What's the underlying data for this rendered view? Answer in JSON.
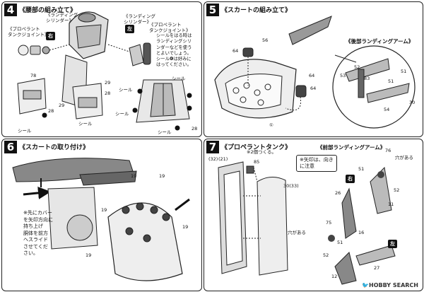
{
  "step4": {
    "num": "4",
    "title": "《腰部の組み立て》",
    "lbl_landing_cyl_l": "《ランディング\nシリンダー》",
    "lbl_propellant_l": "《プロペラント\nタンクジョイント》",
    "lbl_landing_cyl_r": "《ランディング\nシリンダー》",
    "lbl_propellant_r": "《プロペラント\nタンクジョイント》",
    "badge_right": "右",
    "badge_left": "左",
    "note": "シールをはる時は\nランディングシリ\nンダーなどを使う\nとよいでしょう。\nシール❻は好みに\nはってください。",
    "seal": "シール",
    "nums": [
      "78",
      "28",
      "29",
      "28",
      "29",
      "28"
    ]
  },
  "step5": {
    "num": "5",
    "title": "《スカートの組み立て》",
    "subtitle": "《後部ランディングアーム》",
    "nums": [
      "64",
      "56",
      "64",
      "53",
      "52",
      "51",
      "51",
      "83",
      "54",
      "64",
      "30",
      "①"
    ]
  },
  "step6": {
    "num": "6",
    "title": "《スカートの取り付け》",
    "note": "※先にカバー\nを矢印方向に\n持ち上げ\n胴体を前方\nへスライド\nさせてくだ\nさい。",
    "nums": [
      "19",
      "19",
      "19",
      "19",
      "19"
    ]
  },
  "step7": {
    "num": "7",
    "title": "《プロペラントタンク》",
    "make_two": "※2個つくる。",
    "subtitle": "《前部ランディングアーム》",
    "caution": "※矢印は、向き\nに注意",
    "hole1": "穴がある",
    "hole2": "穴がある",
    "badge_right": "右",
    "badge_left": "左",
    "nums": [
      "(32)",
      "(21)",
      "85",
      "30(33)",
      "76",
      "51",
      "52",
      "26",
      "11",
      "75",
      "51",
      "52",
      "12",
      "27",
      "16"
    ]
  },
  "watermark": "🐦HOBBY SEARCH"
}
